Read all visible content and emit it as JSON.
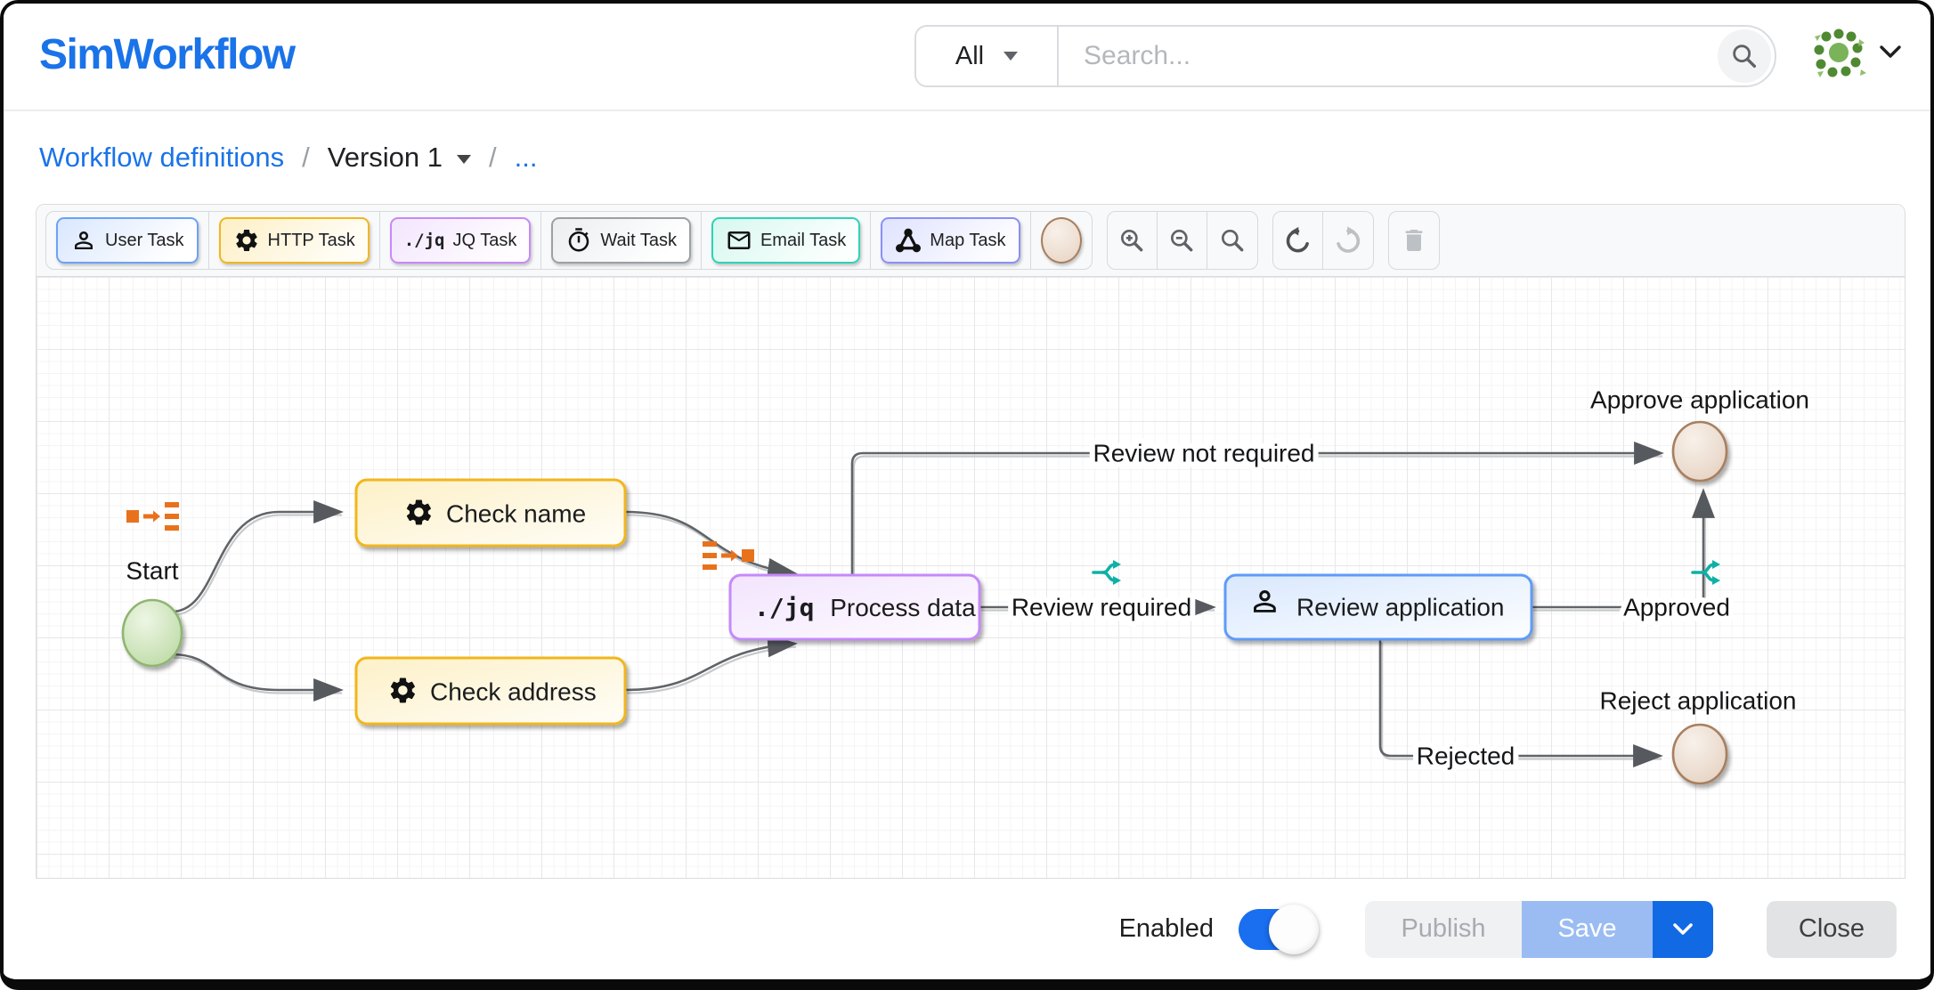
{
  "header": {
    "logo": "SimWorkflow",
    "search_filter": "All",
    "search_placeholder": "Search..."
  },
  "breadcrumb": {
    "root": "Workflow definitions",
    "separator": "/",
    "version": "Version 1",
    "more": "..."
  },
  "toolbar": {
    "palette": [
      {
        "label": "User Task",
        "icon": "person-icon",
        "color": "#6ba2f8"
      },
      {
        "label": "HTTP Task",
        "icon": "gear-icon",
        "color": "#f2b61e"
      },
      {
        "label": "JQ Task",
        "icon_text": "./jq",
        "color": "#c58af9"
      },
      {
        "label": "Wait Task",
        "icon": "stopwatch-icon",
        "color": "#9aa0a6"
      },
      {
        "label": "Email Task",
        "icon": "envelope-icon",
        "color": "#2ed3b7"
      },
      {
        "label": "Map Task",
        "icon": "graph-icon",
        "color": "#8b8ff7"
      }
    ],
    "end_event_color": "#a87f5f",
    "actions": [
      "zoom-in",
      "zoom-out",
      "zoom-reset",
      "undo",
      "redo",
      "delete"
    ],
    "redo_disabled": true,
    "delete_disabled": true
  },
  "canvas": {
    "nodes": {
      "start": {
        "label": "Start",
        "type": "start-event"
      },
      "check_name": {
        "label": "Check name",
        "type": "http-task"
      },
      "check_address": {
        "label": "Check address",
        "type": "http-task"
      },
      "process_data": {
        "icon_text": "./jq",
        "label": "Process data",
        "type": "jq-task"
      },
      "review_application": {
        "label": "Review application",
        "type": "user-task"
      },
      "approve_application": {
        "label": "Approve application",
        "type": "end-event"
      },
      "reject_application": {
        "label": "Reject application",
        "type": "end-event"
      }
    },
    "edges": {
      "review_not_required": {
        "label": "Review not required"
      },
      "review_required": {
        "label": "Review required"
      },
      "approved": {
        "label": "Approved"
      },
      "rejected": {
        "label": "Rejected"
      }
    }
  },
  "footer": {
    "enabled_label": "Enabled",
    "enabled": true,
    "publish": "Publish",
    "publish_disabled": true,
    "save": "Save",
    "close": "Close"
  },
  "colors": {
    "accent_blue": "#1a73e8",
    "save_bg": "#9bbcf2",
    "save_caret_bg": "#1169e4",
    "edge_gray": "#616468",
    "flow_icon_orange": "#e8721c",
    "split_icon_teal": "#0fb0a6",
    "start_green": "#8fb573",
    "end_brown": "#a87f5f"
  }
}
